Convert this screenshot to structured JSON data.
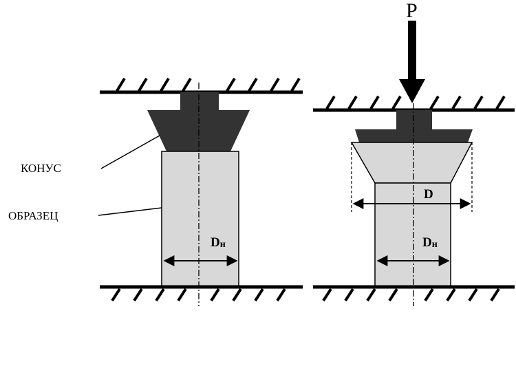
{
  "labels": {
    "cone": "КОНУС",
    "specimen": "ОБРАЗЕЦ",
    "load": "P",
    "diameter": "D",
    "dn_left_main": "D",
    "dn_left_sub": "н",
    "dn_right_main": "D",
    "dn_right_sub": "н"
  },
  "colors": {
    "ink": "#000000",
    "cone_fill": "#333333",
    "specimen_fill": "#d8d8d8"
  }
}
